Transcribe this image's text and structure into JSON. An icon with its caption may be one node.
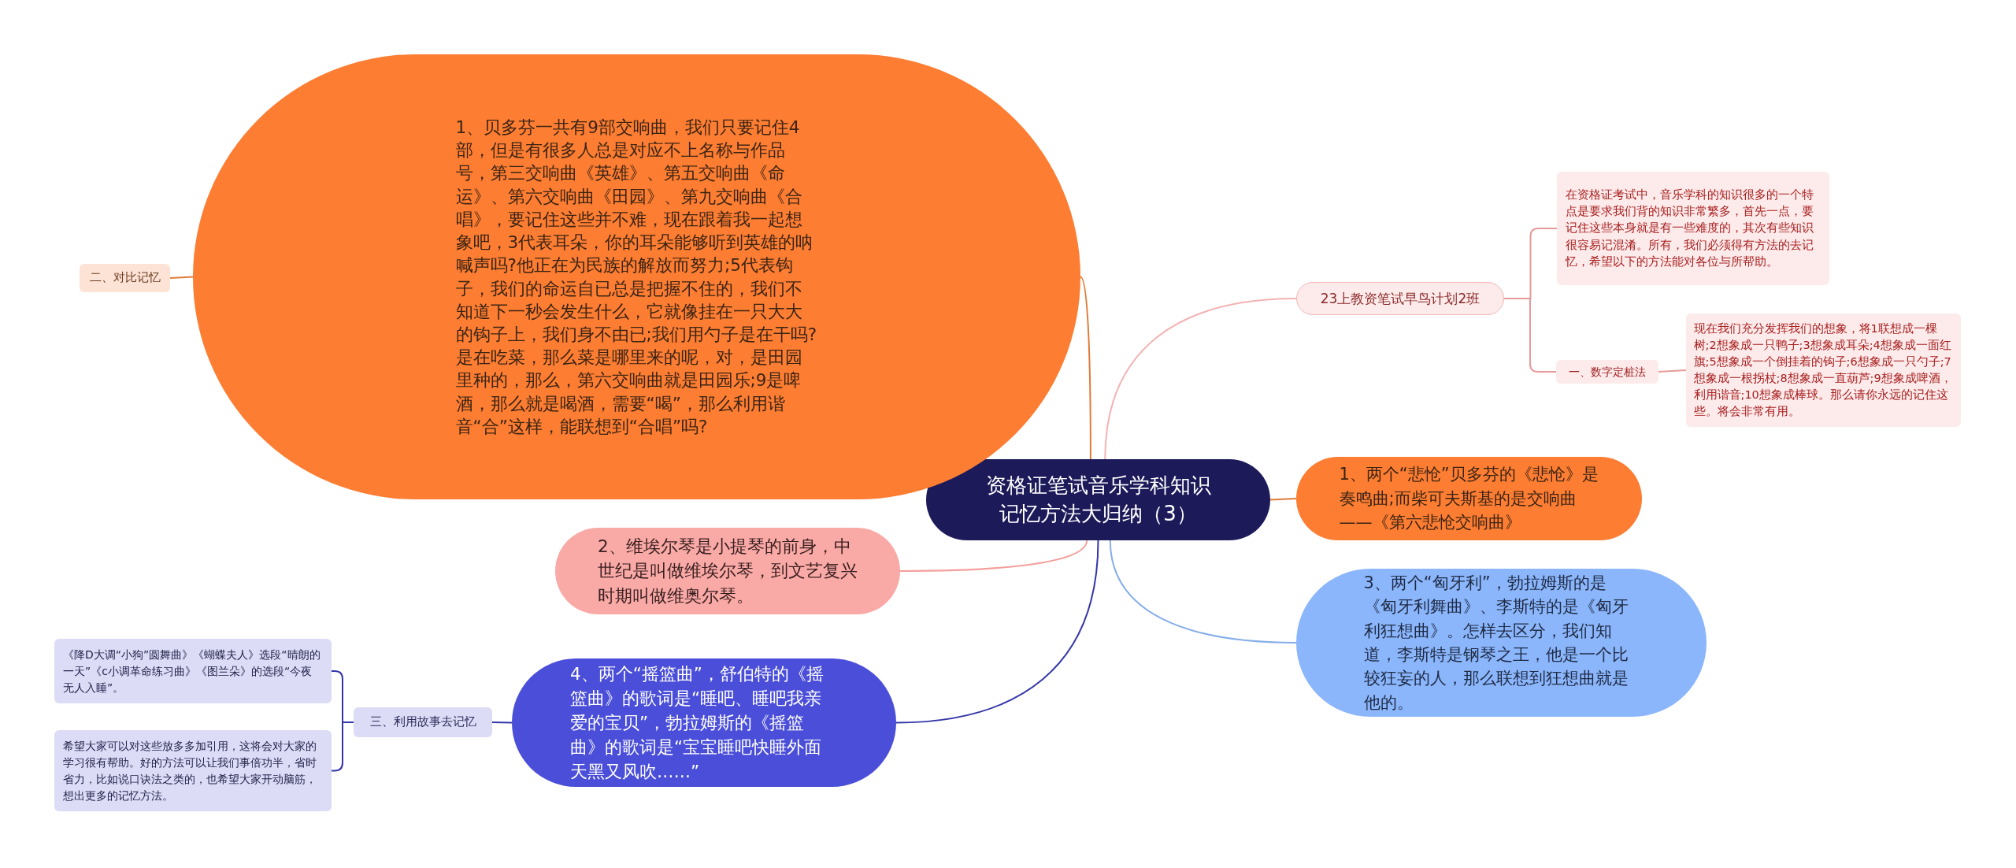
{
  "diagram": {
    "nodes": [
      {
        "text": [
          "资格证笔试音乐学科知识记忆方法大归纳（3）"
        ]
      },
      {
        "text": [
          "1、贝多芬一共有9部交响曲，我们只要记住4部，但是有很多人总是对应不上名称与作品号，第三交响曲《英雄》、第五交响曲《命运》、第六交响曲《田园》、第九交响曲《合唱》，要记住这些并不难，现在跟着我一起想象吧，3代表耳朵，你的耳朵能够听到英雄的呐喊声吗?他正在为民族的解放而努力;5代表钩子，我们的命运自已总是把握不住的，我们不知道下一秒会发生什么，它就像挂在一只大大的钩子上，我们身不由已;我们用勺子是在干吗?是在吃菜，那么菜是哪里来的呢，对，是田园里种的，那么，第六交响曲就是田园乐;9是啤酒，那么就是喝酒，需要“喝”，那么利用谐音“合”这样，能联想到“合唱”吗?"
        ]
      },
      {
        "text": [
          "二、对比记忆"
        ]
      },
      {
        "text": [
          "2、维埃尔琴是小提琴的前身，中世纪是叫做维埃尔琴，到文艺复兴时期叫做维奥尔琴。"
        ]
      },
      {
        "text": [
          "4、两个“摇篮曲”，舒伯特的《摇篮曲》的歌词是“睡吧、睡吧我亲爱的宝贝”，勃拉姆斯的《摇篮曲》的歌词是“宝宝睡吧快睡外面天黑又风吹……”"
        ]
      },
      {
        "text": [
          "三、利用故事去记忆"
        ]
      },
      {
        "text": [
          "《降D大调“小狗”圆舞曲》《蝴蝶夫人》选段“晴朗的一天”《c小调革命练习曲》《图兰朵》的选段“今夜无人入睡”。"
        ]
      },
      {
        "text": [
          "希望大家可以对这些放多多加引用，这将会对大家的学习很有帮助。好的方法可以让我们事倍功半，省时省力，比如说口诀法之类的，也希望大家开动脑筋，想出更多的记忆方法。"
        ]
      },
      {
        "text": [
          "23上教资笔试早鸟计划2班"
        ]
      },
      {
        "text": [
          "在资格证考试中，音乐学科的知识很多的一个特点是要求我们背的知识非常繁多，首先一点，要记住这些本身就是有一些难度的，其次有些知识很容易记混淆。所有，我们必须得有方法的去记忆，希望以下的方法能对各位与所帮助。"
        ]
      },
      {
        "text": [
          "一、数字定桩法"
        ]
      },
      {
        "text": [
          "现在我们充分发挥我们的想象，将1联想成一棵树;2想象成一只鸭子;3想象成耳朵;4想象成一面红旗;5想象成一个倒挂着的钩子;6想象成一只勺子;7想象成一根拐杖;8想象成一直葫芦;9想象成啤酒，利用谐音;10想象成棒球。那么请你永远的记住这些。将会非常有用。"
        ]
      },
      {
        "text": [
          "1、两个“悲怆”贝多芬的《悲怆》是奏鸣曲;而柴可夫斯基的是交响曲——《第六悲怆交响曲》"
        ]
      },
      {
        "text": [
          "3、两个“匈牙利”，勃拉姆斯的是《匈牙利舞曲》、李斯特的是《匈牙利狂想曲》。怎样去区分，我们知道，李斯特是钢琴之王，他是一个比较狂妄的人，那么联想到狂想曲就是他的。"
        ]
      }
    ],
    "edges": [
      {
        "from": 0,
        "to": 1,
        "arrow": "none",
        "color": "#e07b39"
      },
      {
        "from": 0,
        "to": 3,
        "arrow": "none",
        "color": "#f4a09c"
      },
      {
        "from": 0,
        "to": 4,
        "arrow": "none",
        "color": "#3436a8"
      },
      {
        "from": 0,
        "to": 8,
        "arrow": "none",
        "color": "#f4b2b2"
      },
      {
        "from": 0,
        "to": 12,
        "arrow": "none",
        "color": "#e07b39"
      },
      {
        "from": 0,
        "to": 13,
        "arrow": "none",
        "color": "#85aee8"
      },
      {
        "from": 1,
        "to": 2,
        "arrow": "none",
        "color": "#e07b39"
      },
      {
        "from": 4,
        "to": 5,
        "arrow": "none",
        "color": "#3436a8"
      },
      {
        "from": 5,
        "to": 6,
        "arrow": "none",
        "color": "#3436a8"
      },
      {
        "from": 5,
        "to": 7,
        "arrow": "none",
        "color": "#3436a8"
      },
      {
        "from": 8,
        "to": 9,
        "arrow": "none",
        "color": "#e79a9a"
      },
      {
        "from": 8,
        "to": 10,
        "arrow": "none",
        "color": "#e79a9a"
      },
      {
        "from": 10,
        "to": 11,
        "arrow": "none",
        "color": "#e79a9a"
      }
    ]
  }
}
